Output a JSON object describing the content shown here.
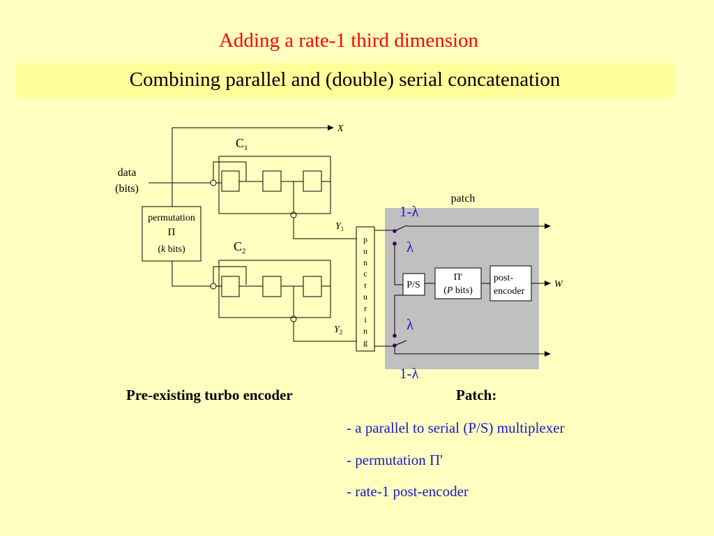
{
  "header": {
    "title": "Adding a rate-1 third dimension",
    "subtitle": "Combining parallel and (double) serial concatenation"
  },
  "diagram": {
    "x_label": "X",
    "c1_label": "C",
    "c1_sub": "1",
    "c2_label": "C",
    "c2_sub": "2",
    "data_line1": "data",
    "data_line2": "(bits)",
    "perm_line1": "permutation",
    "perm_symbol": "Π",
    "perm_k": "k",
    "perm_bits": " bits)",
    "y1_label": "Y",
    "y1_sub": "1",
    "y2_label": "Y",
    "y2_sub": "2",
    "puncturing_letters": [
      "p",
      "u",
      "n",
      "c",
      "t",
      "u",
      "r",
      "i",
      "n",
      "g"
    ],
    "patch_label": "patch",
    "one_minus_lambda": "1-λ",
    "lambda": "λ",
    "ps_label": "P/S",
    "perm2_symbol": "Π'",
    "perm2_p": "P",
    "perm2_bits": " bits)",
    "post_line1": "post-",
    "post_line2": "encoder",
    "w_label": "W"
  },
  "captions": {
    "left": "Pre-existing turbo encoder",
    "right": "Patch:",
    "bullets": [
      "- a parallel to serial (P/S) multiplexer",
      "- permutation Π'",
      "- rate-1 post-encoder"
    ]
  },
  "colors": {
    "title": "#ff0000",
    "background": "#ffffc0",
    "subtitle_band": "#ffff99",
    "patch_fill": "#c0c0c0",
    "lambda_text": "#1a1acc",
    "switch_dot": "#330066"
  }
}
